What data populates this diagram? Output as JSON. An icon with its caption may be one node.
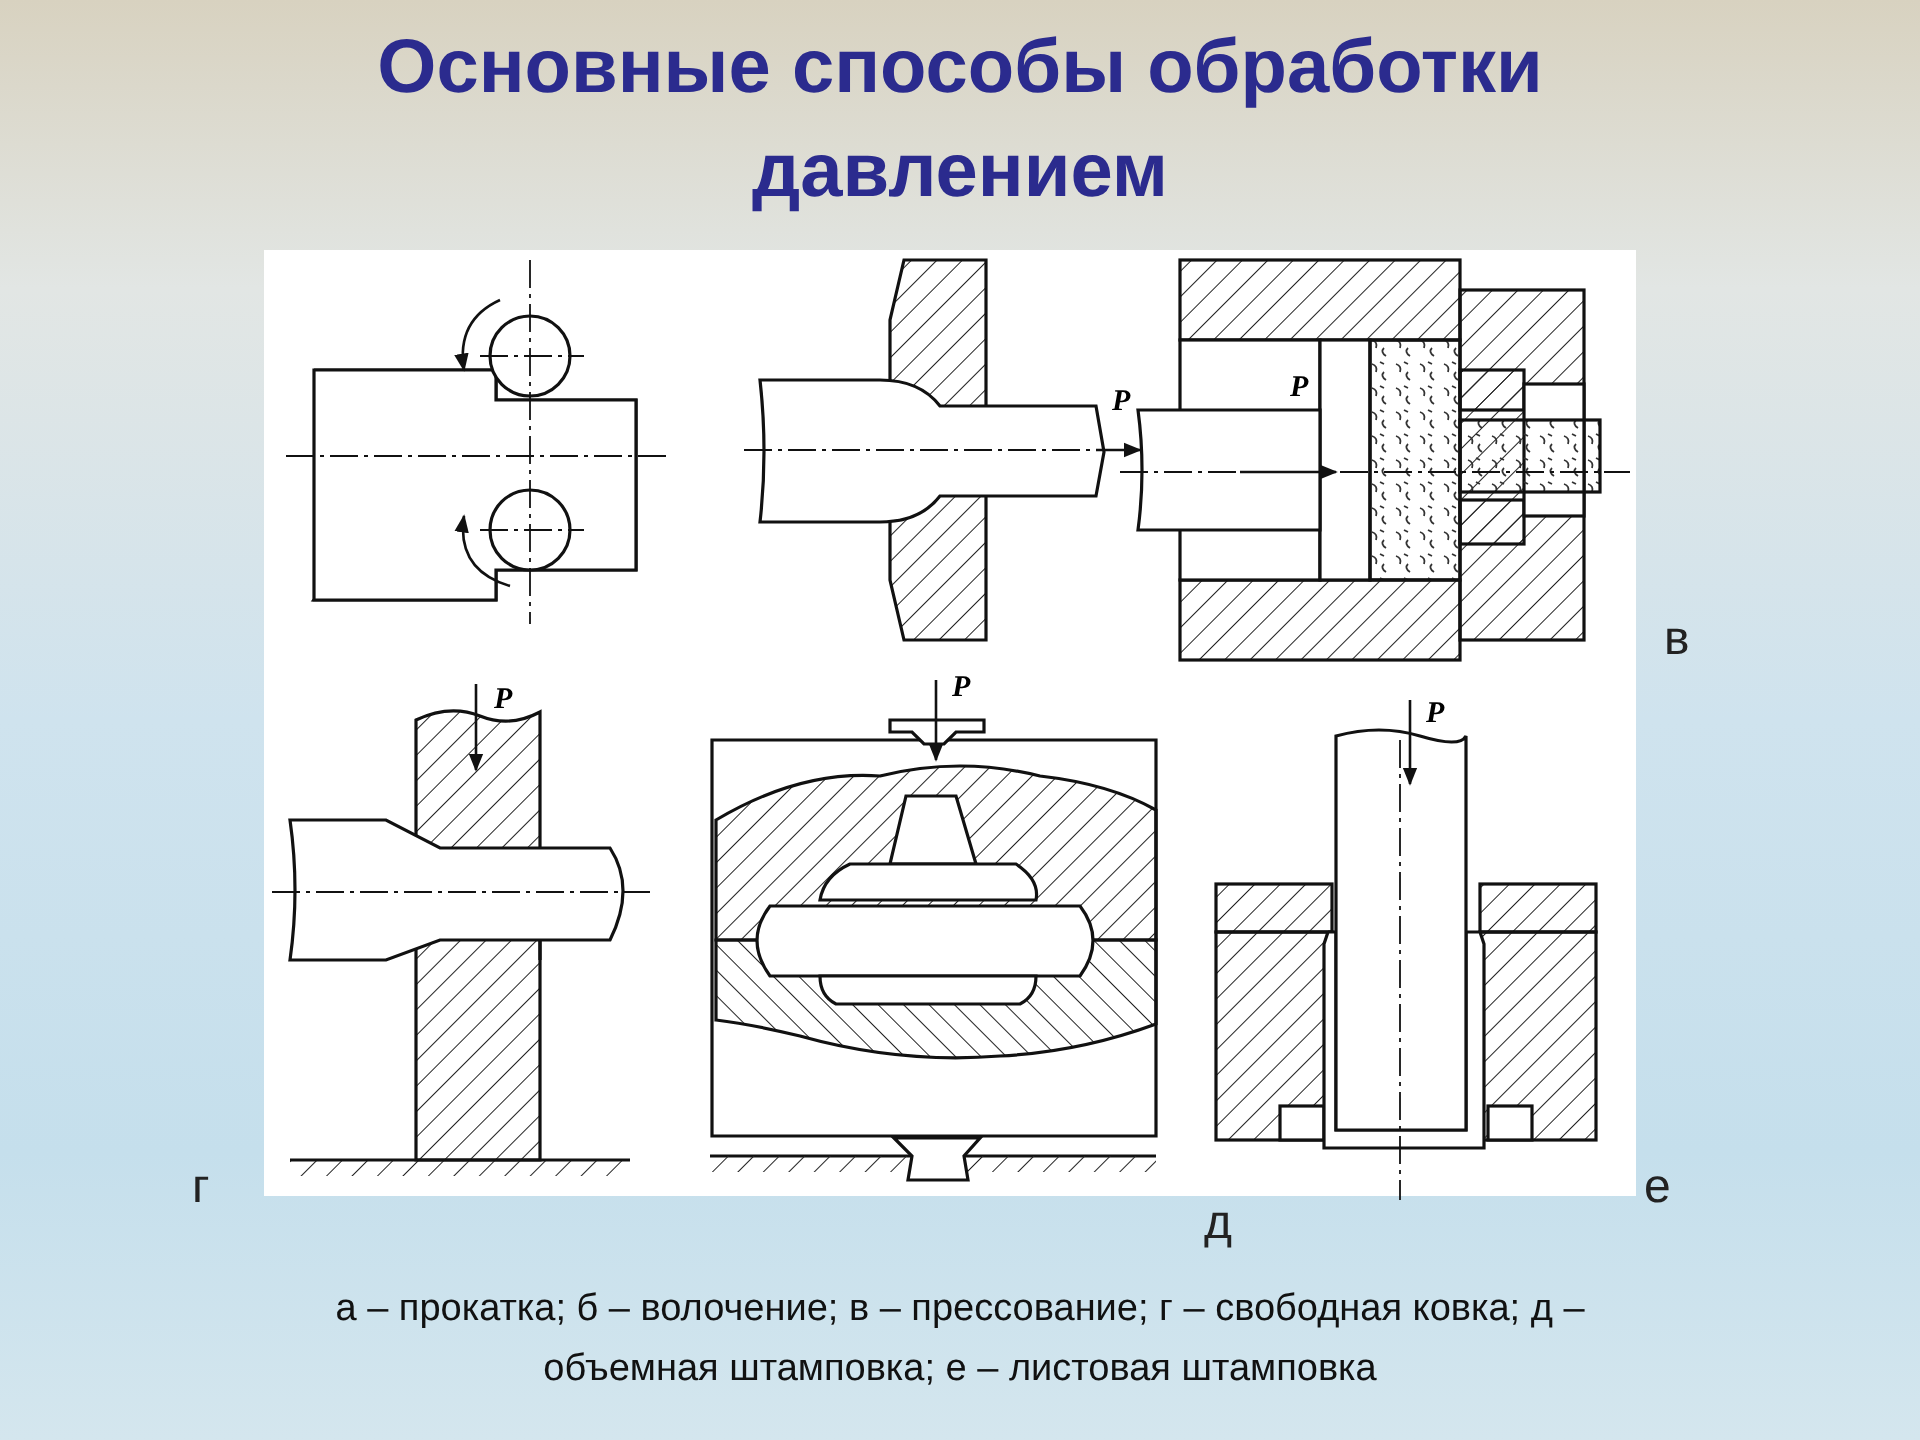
{
  "diagram": {
    "title": "Основные способы обработки давлением",
    "caption": "а – прокатка; б – волочение; в – прессование; г – свободная ковка; д – объемная штамповка; е – листовая штамповка",
    "labels": [
      "P",
      "P",
      "в",
      "P",
      "P",
      "P",
      "г",
      "е",
      "д"
    ]
  }
}
